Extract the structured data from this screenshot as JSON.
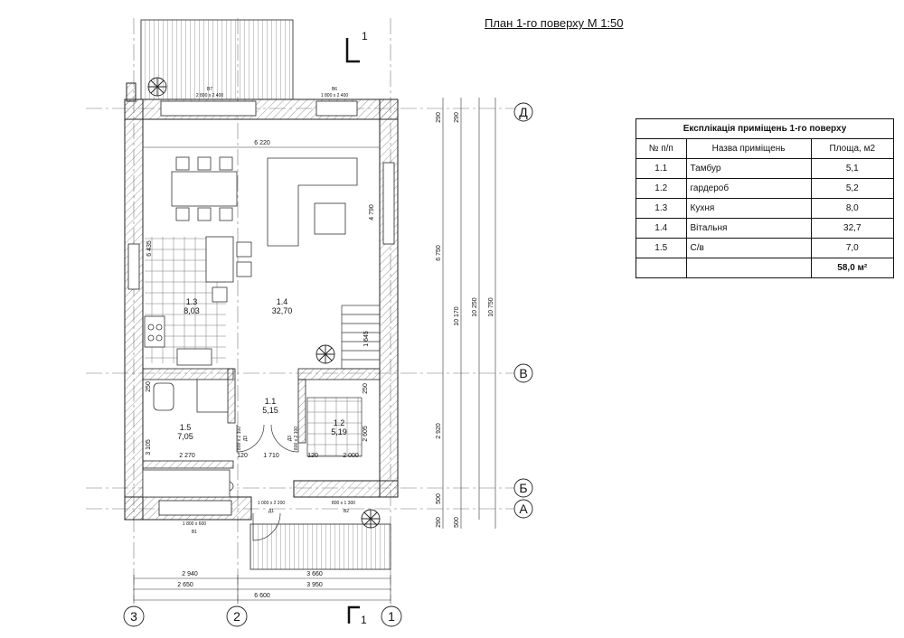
{
  "title": "План 1-го поверху М 1:50",
  "table": {
    "caption": "Експлікація приміщень 1-го поверху",
    "headers": [
      "№ п/п",
      "Назва приміщень",
      "Площа, м2"
    ],
    "rows": [
      [
        "1.1",
        "Тамбур",
        "5,1"
      ],
      [
        "1.2",
        "гардероб",
        "5,2"
      ],
      [
        "1.3",
        "Кухня",
        "8,0"
      ],
      [
        "1.4",
        "Вітальня",
        "32,7"
      ],
      [
        "1.5",
        "С/в",
        "7,0"
      ]
    ],
    "total": "58,0 м²"
  },
  "rooms": [
    {
      "id": "1.3",
      "area": "8,03"
    },
    {
      "id": "1.4",
      "area": "32,70"
    },
    {
      "id": "1.1",
      "area": "5,15"
    },
    {
      "id": "1.2",
      "area": "5,19"
    },
    {
      "id": "1.5",
      "area": "7,05"
    }
  ],
  "axes": {
    "letters": [
      "Д",
      "В",
      "Б",
      "А"
    ],
    "numbers": [
      "3",
      "2",
      "1"
    ]
  },
  "section": "1",
  "dimensions": {
    "top_inner": "6 220",
    "bottom_1": [
      "2 940",
      "3 660"
    ],
    "bottom_2": [
      "2 650",
      "3 950"
    ],
    "bottom_total": "6 600",
    "right_col1": [
      "290",
      "6 750",
      "2 920",
      "500",
      "290"
    ],
    "right_col2": [
      "290",
      "10 170",
      "500"
    ],
    "right_col3": "10 250",
    "right_col4": "10 750",
    "inner": [
      "4 790",
      "6 435",
      "1 645",
      "250",
      "2 605",
      "250",
      "3 105",
      "2 270",
      "120",
      "1 710",
      "120",
      "2 000"
    ]
  },
  "openings": {
    "window_b7": {
      "code": "В7",
      "size": "2 800 x 2 400"
    },
    "window_b6": {
      "code": "В6",
      "size": "1 800 x 2 400"
    },
    "window_b1": {
      "code": "В1",
      "size": "1 800 x 600"
    },
    "door_d1": {
      "code": "Д1",
      "size": "1 000 x 2 200"
    },
    "window_b2": {
      "code": "В2",
      "size": "800 x 1 300"
    },
    "door_d3a": {
      "code": "Д3",
      "size": "800 x 2 100"
    },
    "door_d3b": {
      "code": "Д3",
      "size": "800 x 2 100"
    }
  }
}
